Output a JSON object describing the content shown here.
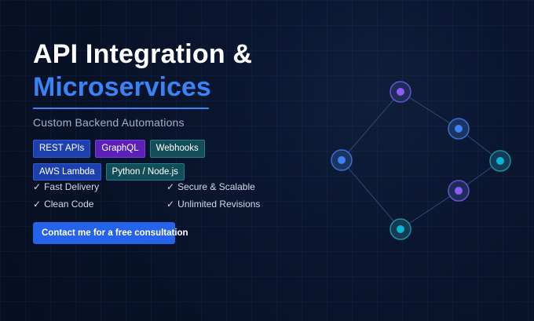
{
  "hero": {
    "title_line1": "API Integration &",
    "title_line2": "Microservices",
    "subtitle": "Custom Backend Automations"
  },
  "tags": {
    "row1": [
      "REST APIs",
      "GraphQL",
      "Webhooks"
    ],
    "row2": [
      "AWS Lambda",
      "Python / Node.js"
    ]
  },
  "features": {
    "items": [
      {
        "check": "✓",
        "label": "Fast Delivery"
      },
      {
        "check": "✓",
        "label": "Secure & Scalable"
      },
      {
        "check": "✓",
        "label": "Clean Code"
      },
      {
        "check": "✓",
        "label": "Unlimited Revisions"
      }
    ]
  },
  "cta": {
    "label": "Contact me for a free consultation"
  },
  "colors": {
    "accent": "#3b82f6",
    "node_blue": "#3b82f6",
    "node_purple": "#8b5cf6",
    "node_teal": "#06b6d4",
    "tag_purple": "#5b21b6",
    "tag_teal": "#134e58"
  }
}
